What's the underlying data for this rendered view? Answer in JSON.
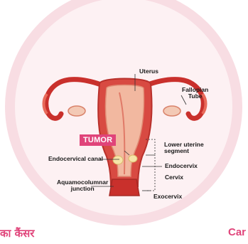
{
  "diagram": {
    "labels": {
      "uterus": "Uterus",
      "fallopian_tube": "Fallopian\nTube",
      "tumor": "TUMOR",
      "lower_uterine_segment": "Lower uterine\nsegment",
      "endocervical_canal": "Endocervical canal",
      "endocervix": "Endocervix",
      "cervix": "Cervix",
      "aquamocolumnar_junction": "Aquamocolumnar\njunction",
      "exocervix": "Exocervix"
    }
  },
  "footer": {
    "left_text": "का कैंसर",
    "right_text": "Car"
  },
  "colors": {
    "background_circle": "#fdf1f3",
    "circle_ring": "#f8dde3",
    "tumor_badge": "#e0447a",
    "footer_text": "#e0447a",
    "organ_outer": "#d33a3a",
    "organ_inner": "#f2b8a0"
  }
}
